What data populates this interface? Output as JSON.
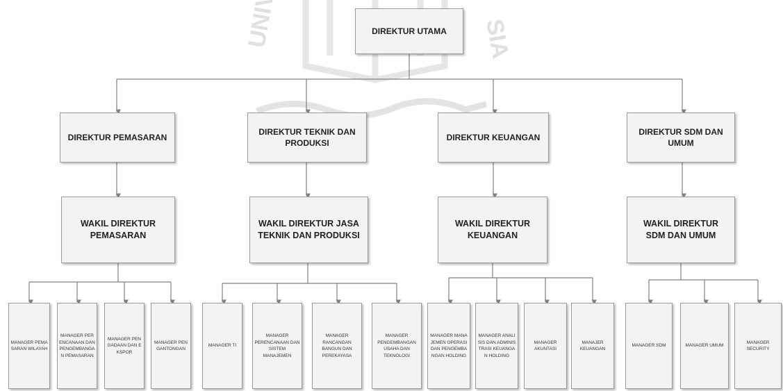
{
  "watermark": {
    "left_text": "UNIV",
    "right_text": "SIA",
    "color": "#bdbdbd"
  },
  "colors": {
    "box_fill": "#f3f3f3",
    "box_border": "#9a9a9a",
    "connector": "#808080"
  },
  "org": {
    "top": "DIREKTUR UTAMA",
    "directors": [
      {
        "title": "DIREKTUR PEMASARAN",
        "deputy": "WAKIL DIREKTUR PEMASARAN",
        "managers": [
          "MANAGER PEMASARAN WILAYAH",
          "MANAGER PERENCANAAN DAN PENGEMBANGAN PEMASARAN",
          "MANAGER PENGADAAN DAN EKSPOR",
          "MANAGER PENGANTONGAN"
        ]
      },
      {
        "title": "DIREKTUR TEKNIK DAN PRODUKSI",
        "deputy": "WAKIL DIREKTUR JASA TEKNIK DAN PRODUKSI",
        "managers": [
          "MANAGER TI",
          "MANAGER PERENCANAAN DAN SISTEM MANAJEMEN",
          "MANAGER RANCANGAN BANGUN DAN PEREKAYASA",
          "MANAGER PENGEMBANGAN USAHA DAN TEKNOLOGI"
        ]
      },
      {
        "title": "DIREKTUR KEUANGAN",
        "deputy": "WAKIL DIREKTUR KEUANGAN",
        "managers": [
          "MANAGER MANAJEMEN OPERASI DAN PENGEMBANGAN HOLDING",
          "MANAGER ANALISIS DAN ADMINISTRASI KEUANGAN HOLDING",
          "MANAGER AKUNTASI",
          "MANAJER KEUANGAN"
        ]
      },
      {
        "title": "DIREKTUR SDM DAN UMUM",
        "deputy": "WAKIL DIREKTUR SDM DAN UMUM",
        "managers": [
          "MANAGER SDM",
          "MANAGER UMUM",
          "MANAGER SECURITY"
        ]
      }
    ]
  }
}
